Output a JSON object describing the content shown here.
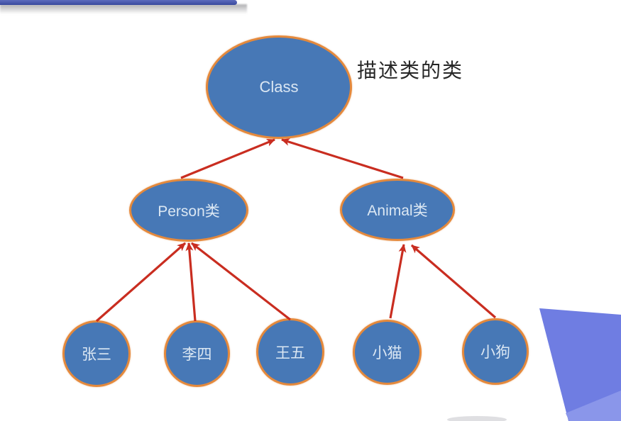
{
  "diagram": {
    "annotation": "描述类的类",
    "nodes": {
      "class": {
        "label": "Class"
      },
      "person": {
        "label": "Person类"
      },
      "animal": {
        "label": "Animal类"
      },
      "zhangsan": {
        "label": "张三"
      },
      "lisi": {
        "label": "李四"
      },
      "wangwu": {
        "label": "王五"
      },
      "xiaomao": {
        "label": "小猫"
      },
      "xiaogou": {
        "label": "小狗"
      }
    },
    "edges": [
      {
        "from": "Person类",
        "to": "Class"
      },
      {
        "from": "Animal类",
        "to": "Class"
      },
      {
        "from": "张三",
        "to": "Person类"
      },
      {
        "from": "李四",
        "to": "Person类"
      },
      {
        "from": "王五",
        "to": "Person类"
      },
      {
        "from": "小猫",
        "to": "Animal类"
      },
      {
        "from": "小狗",
        "to": "Animal类"
      }
    ]
  },
  "colors": {
    "node_fill": "#4778b6",
    "node_border": "#e4893c",
    "node_text": "#dbe7f3",
    "arrow": "#c92d20",
    "annotation_text": "#262626",
    "top_bar_light": "#5d6cbd",
    "top_bar_dark": "#3a499e",
    "wedge": "#6f7de2",
    "wedge_facet": "#8a96ea"
  }
}
